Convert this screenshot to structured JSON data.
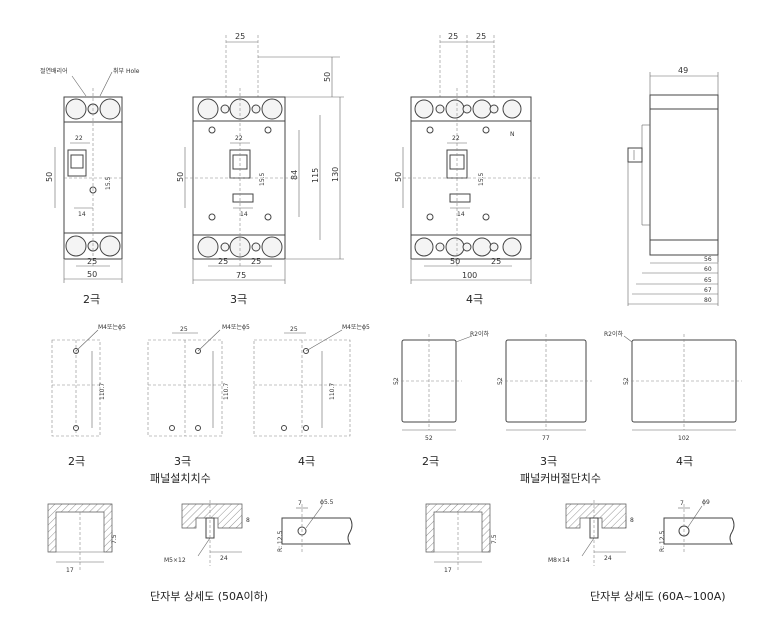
{
  "front_view": {
    "label_insulation_barrier": "절연배리어",
    "label_mounting_hole": "취부 Hole",
    "pole2": {
      "caption": "2극",
      "w_total": "50",
      "w_pitch": "25",
      "h_handle": "50",
      "d_22": "22",
      "d_14": "14",
      "d_15_5": "15.5"
    },
    "pole3": {
      "caption": "3극",
      "w_total": "75",
      "pitch_a": "25",
      "pitch_b": "25",
      "top_pitch": "25",
      "h_50": "50",
      "h_84": "84",
      "h_115": "115",
      "h_130": "130",
      "h_top50": "50",
      "d_22": "22",
      "d_14": "14",
      "d_15_5": "15.5"
    },
    "pole4": {
      "caption": "4극",
      "w_total": "100",
      "w_half": "50",
      "pitch": "25",
      "top_pitch_a": "25",
      "top_pitch_b": "25",
      "h_50": "50",
      "d_22": "22",
      "d_14": "14",
      "d_15_5": "15.5",
      "n_mark": "N"
    }
  },
  "side_view": {
    "w_top": "49",
    "d_56": "56",
    "d_60": "60",
    "d_65": "65",
    "d_67": "67",
    "d_80": "80"
  },
  "panel_mounting": {
    "title": "패널설치치수",
    "hole_note": "M4또는ϕ5",
    "pole2": {
      "caption": "2극",
      "h": "110.7"
    },
    "pole3": {
      "caption": "3극",
      "w": "25",
      "h": "110.7"
    },
    "pole4": {
      "caption": "4극",
      "w": "25",
      "h": "110.7"
    }
  },
  "panel_cutout": {
    "title": "패널커버절단치수",
    "radius_note": "R2이하",
    "pole2": {
      "caption": "2극",
      "w": "52",
      "h": "52"
    },
    "pole3": {
      "caption": "3극",
      "w": "77",
      "h": "52"
    },
    "pole4": {
      "caption": "4극",
      "w": "102",
      "h": "52"
    }
  },
  "terminal_50a": {
    "title": "단자부 상세도 (50A이하)",
    "w_17": "17",
    "h_7_5": "7.5",
    "h_8": "8",
    "screw": "M5×12",
    "d_24": "24",
    "d_7": "7",
    "hole": "ϕ5.5",
    "r": "R: 12.5"
  },
  "terminal_100a": {
    "title": "단자부 상세도 (60A~100A)",
    "w_17": "17",
    "h_7_5": "7.5",
    "h_8": "8",
    "screw": "M8×14",
    "d_24": "24",
    "d_7": "7",
    "hole": "ϕ9",
    "r": "R: 12.5"
  }
}
